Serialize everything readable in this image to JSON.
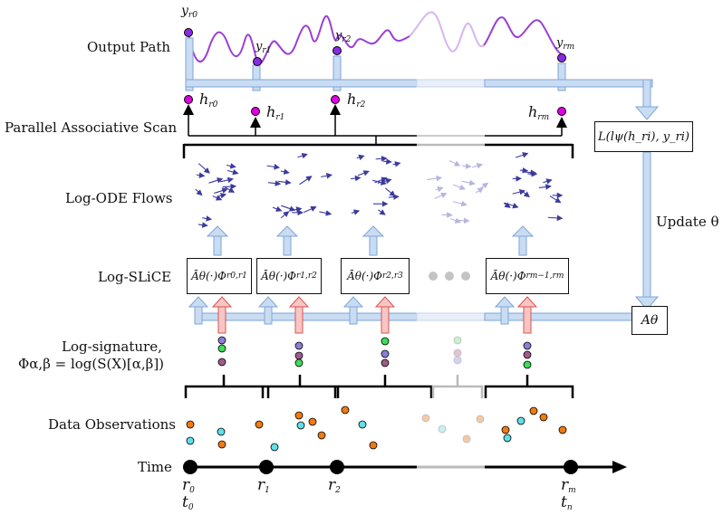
{
  "rows": {
    "output_path": "Output Path",
    "parallel_scan": "Parallel Associative Scan",
    "log_ode": "Log-ODE Flows",
    "log_slice": "Log-SLiCE",
    "log_sig_1": "Log-signature,",
    "log_sig_2": "Φα,β = log(S(X)[α,β])",
    "data_obs": "Data Observations",
    "time": "Time"
  },
  "loss_box": "L(lψ(h_ri), y_ri)",
  "update_label": "Update θ",
  "a_theta": "Aθ",
  "slice_boxes": [
    {
      "main": "Āθ(·)Φ",
      "sub": "r0,r1"
    },
    {
      "main": "Āθ(·)Φ",
      "sub": "r1,r2"
    },
    {
      "main": "Āθ(·)Φ",
      "sub": "r2,r3"
    },
    {
      "main": "Āθ(·)Φ",
      "sub": "rm−1,rm"
    }
  ],
  "hidden_labels": [
    {
      "var": "h",
      "sub": "r0"
    },
    {
      "var": "h",
      "sub": "r1"
    },
    {
      "var": "h",
      "sub": "r2"
    },
    {
      "var": "h",
      "sub": "rm"
    }
  ],
  "output_labels": [
    {
      "var": "y",
      "sub": "r0"
    },
    {
      "var": "y",
      "sub": "r1"
    },
    {
      "var": "y",
      "sub": "r2"
    },
    {
      "var": "y",
      "sub": "rm"
    }
  ],
  "time_labels": [
    {
      "var": "r",
      "sub": "0"
    },
    {
      "var": "t",
      "sub": "0"
    },
    {
      "var": "r",
      "sub": "1"
    },
    {
      "var": "r",
      "sub": "2"
    },
    {
      "var": "r",
      "sub": "m"
    },
    {
      "var": "t",
      "sub": "n"
    }
  ],
  "colors": {
    "arrow_fill": "#c9dcf2",
    "arrow_stroke": "#7ea6d8",
    "red_fill": "#f7c6c4",
    "red_stroke": "#d9534f",
    "path": "#9b3fd4",
    "path_faded": "#d6b6ef",
    "hidden_dot": "#e000e0",
    "output_dot": "#8a2be2",
    "flow": "#3d3a9e",
    "obs_orange": "#f07a10",
    "obs_cyan": "#5fe0e8",
    "sig_purple": "#8a7fd8",
    "sig_green": "#3ddc5a",
    "sig_mauve": "#a05a8a"
  }
}
